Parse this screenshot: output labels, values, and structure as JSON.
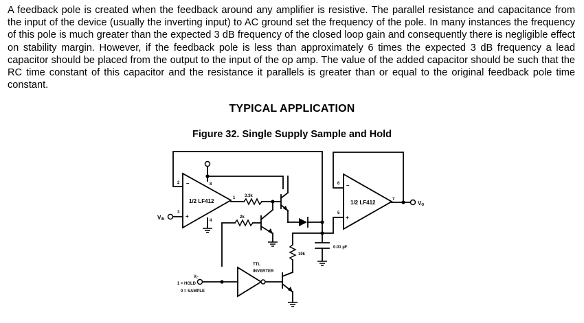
{
  "document": {
    "paragraph": "A feedback pole is created when the feedback around any amplifier is resistive. The parallel resistance and capacitance from the input of the device (usually the inverting input) to AC ground set the frequency of the pole. In many instances the frequency of this pole is much greater than the expected 3 dB frequency of the closed loop gain and consequently there is negligible effect on stability margin. However, if the feedback pole is less than approximately 6 times the expected 3 dB frequency a lead capacitor should be placed from the output to the input of the op amp. The value of the added capacitor should be such that the RC time constant of this capacitor and the resistance it parallels is greater than or equal to the original feedback pole time constant.",
    "section_heading": "TYPICAL APPLICATION",
    "figure_caption": "Figure 32.  Single Supply Sample and Hold"
  },
  "schematic": {
    "opamp1": {
      "label": "1/2 LF412",
      "pins": {
        "inv": "2",
        "noninv": "3",
        "vplus": "8",
        "vminus": "4",
        "out": "1"
      }
    },
    "opamp2": {
      "label": "1/2 LF412",
      "pins": {
        "inv": "6",
        "noninv": "5",
        "out": "7"
      }
    },
    "r1": "3.3k",
    "r2": "2k",
    "r3": "10k",
    "cap": "0.01 µF",
    "vin": {
      "main": "V",
      "sub": "IN"
    },
    "vout": {
      "main": "V",
      "sub": "O"
    },
    "vc": {
      "main": "V",
      "sub": "C"
    },
    "hold_label": "1 = HOLD",
    "sample_label": "0 = SAMPLE",
    "inverter_label_1": "TTL",
    "inverter_label_2": "INVERTER"
  }
}
